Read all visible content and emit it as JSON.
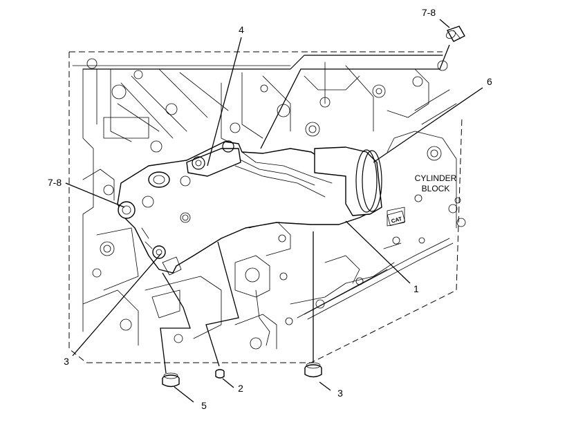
{
  "callouts": {
    "c1": "1",
    "c2": "2",
    "c3_left": "3",
    "c3_bottom": "3",
    "c4": "4",
    "c5": "5",
    "c6": "6",
    "c78_top": "7-8",
    "c78_left": "7-8"
  },
  "labels": {
    "cylinder_line1": "CYLINDER",
    "cylinder_line2": "BLOCK",
    "brand_mark": "CAT"
  },
  "icons": {
    "plug": "plug-icon",
    "bolt": "bolt-icon"
  }
}
